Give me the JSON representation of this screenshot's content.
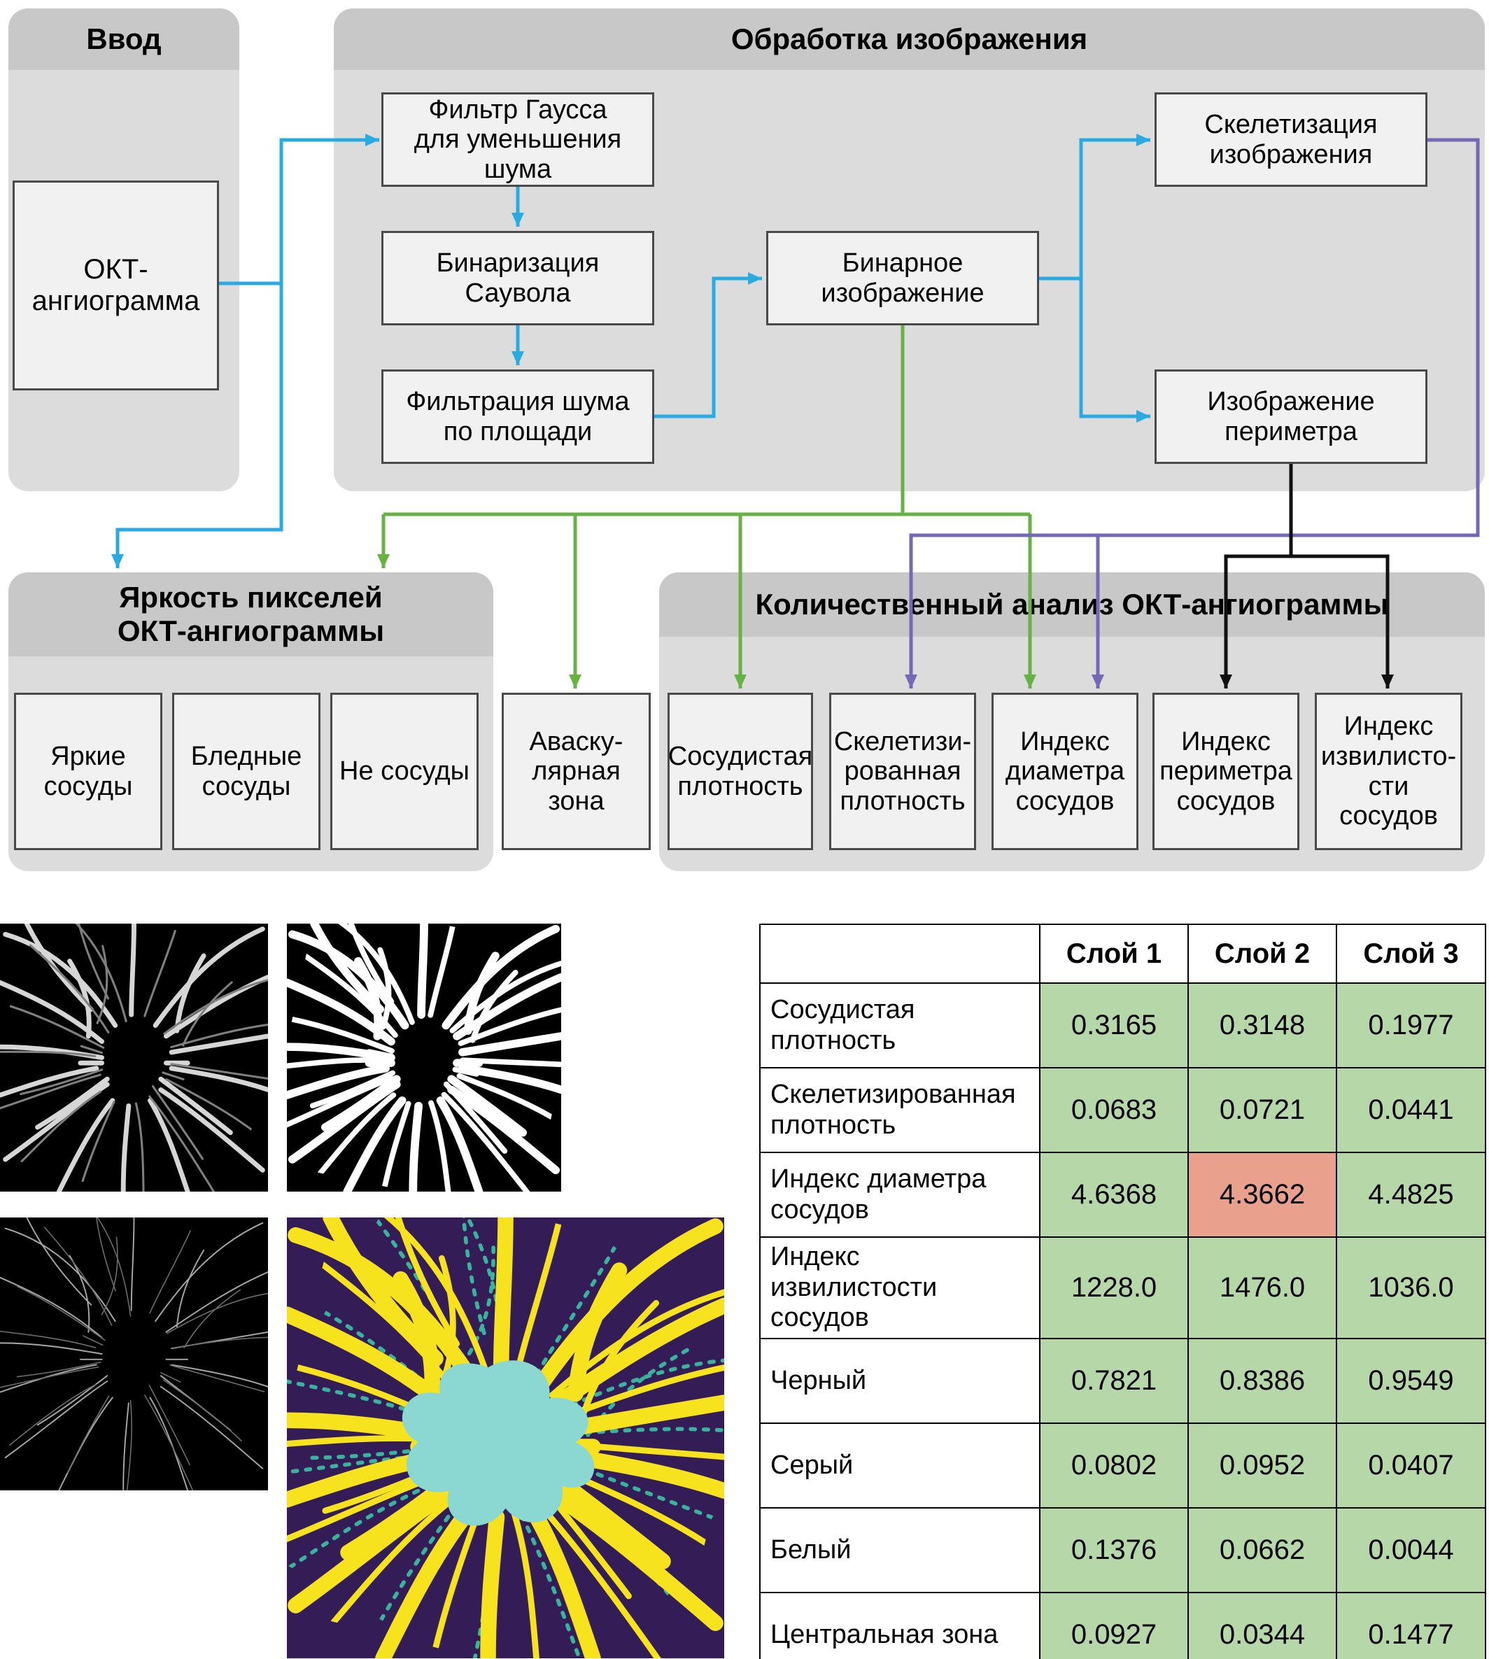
{
  "colors": {
    "arrow_blue": "#29abe2",
    "arrow_green": "#66b245",
    "arrow_purple": "#7569b6",
    "arrow_black": "#111111",
    "panel_body": "#dcdcdc",
    "panel_header": "#c8c8c8",
    "node_bg": "#f1f1f1",
    "node_border": "#4a4a4a",
    "table_value_bg": "#b6d7a8",
    "table_highlight": "#e9a08c"
  },
  "input_panel": {
    "title": "Ввод",
    "node": "ОКТ-\nангиограмма"
  },
  "processing_panel": {
    "title": "Обработка изображения",
    "nodes": {
      "gauss": "Фильтр Гаусса\nдля уменьшения\nшума",
      "sauvola": "Бинаризация\nСаувола",
      "area_noise": "Фильтрация шума\nпо площади",
      "binary": "Бинарное\nизображение",
      "skeleton": "Скелетизация\nизображения",
      "perimeter": "Изображение\nпериметра"
    }
  },
  "brightness_panel": {
    "title": "Яркость пикселей\nОКТ-ангиограммы",
    "nodes": [
      "Яркие\nсосуды",
      "Бледные\nсосуды",
      "Не сосуды"
    ]
  },
  "avascular_node": "Аваску-\nлярная\nзона",
  "analysis_panel": {
    "title": "Количественный анализ ОКТ-ангиограммы",
    "nodes": [
      "Сосудистая\nплотность",
      "Скелетизи-\nрованная\nплотность",
      "Индекс\nдиаметра\nсосудов",
      "Индекс\nпериметра\nсосудов",
      "Индекс\nизвилисто-\nсти сосудов"
    ]
  },
  "figures": [
    "octa-grayscale-image",
    "octa-binary-image",
    "octa-skeleton-image",
    "octa-colormap-avascular-image"
  ],
  "table": {
    "corner": "",
    "headers": [
      "Слой 1",
      "Слой 2",
      "Слой 3"
    ],
    "rows": [
      {
        "label": "Сосудистая плотность",
        "values": [
          "0.3165",
          "0.3148",
          "0.1977"
        ]
      },
      {
        "label": "Скелетизированная плотность",
        "values": [
          "0.0683",
          "0.0721",
          "0.0441"
        ]
      },
      {
        "label": "Индекс диаметра сосудов",
        "values": [
          "4.6368",
          "4.3662",
          "4.4825"
        ]
      },
      {
        "label": "Индекс извилистости сосудов",
        "values": [
          "1228.0",
          "1476.0",
          "1036.0"
        ]
      },
      {
        "label": "Черный",
        "values": [
          "0.7821",
          "0.8386",
          "0.9549"
        ]
      },
      {
        "label": "Серый",
        "values": [
          "0.0802",
          "0.0952",
          "0.0407"
        ]
      },
      {
        "label": "Белый",
        "values": [
          "0.1376",
          "0.0662",
          "0.0044"
        ]
      },
      {
        "label": "Центральная зона",
        "values": [
          "0.0927",
          "0.0344",
          "0.1477"
        ]
      }
    ],
    "highlight": {
      "row": 2,
      "col": 1
    }
  }
}
